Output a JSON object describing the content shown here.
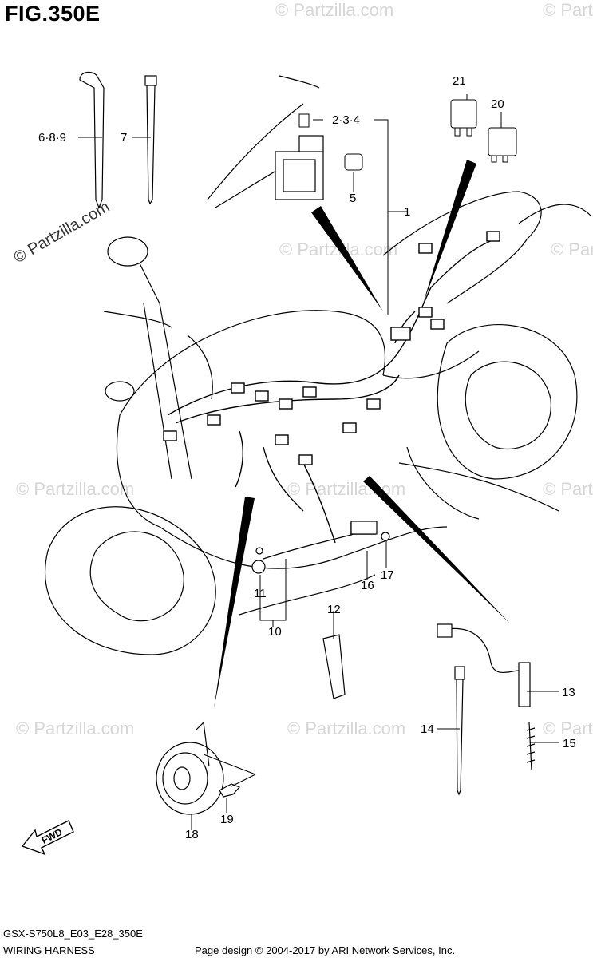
{
  "figure": {
    "title": "FIG.350E"
  },
  "watermark": {
    "text": "© Partzilla.com"
  },
  "callouts": {
    "c1": "1",
    "c234": "2·3·4",
    "c5": "5",
    "c689": "6·8·9",
    "c7": "7",
    "c10": "10",
    "c11": "11",
    "c12": "12",
    "c13": "13",
    "c14": "14",
    "c15": "15",
    "c16": "16",
    "c17": "17",
    "c18": "18",
    "c19": "19",
    "c20": "20",
    "c21": "21"
  },
  "direction": {
    "label": "FWD",
    "icon": "fwd-arrow-icon"
  },
  "footer": {
    "code": "GSX-S750L8_E03_E28_350E",
    "name": "WIRING HARNESS",
    "copyright": "Page design © 2004-2017 by ARI Network Services, Inc."
  }
}
